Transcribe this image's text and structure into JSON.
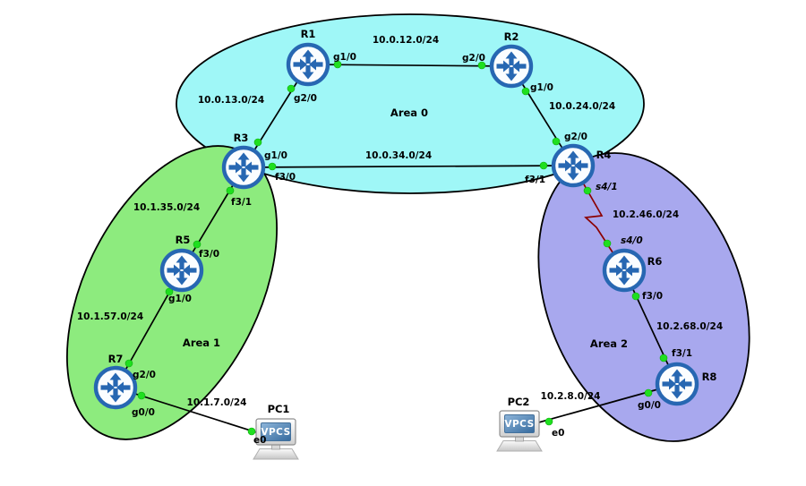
{
  "diagram": {
    "areas": [
      {
        "id": "area0",
        "label": "Area 0",
        "fill": "#9ff7f7"
      },
      {
        "id": "area1",
        "label": "Area 1",
        "fill": "#8deb7e"
      },
      {
        "id": "area2",
        "label": "Area 2",
        "fill": "#a8a8ee"
      }
    ],
    "routers": [
      {
        "name": "R1"
      },
      {
        "name": "R2"
      },
      {
        "name": "R3"
      },
      {
        "name": "R4"
      },
      {
        "name": "R5"
      },
      {
        "name": "R6"
      },
      {
        "name": "R7"
      },
      {
        "name": "R8"
      }
    ],
    "pcs": [
      {
        "name": "PC1",
        "screen": "VPCS"
      },
      {
        "name": "PC2",
        "screen": "VPCS"
      }
    ],
    "links": [
      {
        "a": "R1",
        "b": "R2",
        "a_iface": "g1/0",
        "b_iface": "g2/0",
        "network": "10.0.12.0/24",
        "type": "ethernet"
      },
      {
        "a": "R1",
        "b": "R3",
        "a_iface": "g2/0",
        "b_iface": "g1/0",
        "network": "10.0.13.0/24",
        "type": "ethernet"
      },
      {
        "a": "R3",
        "b": "R4",
        "a_iface": "f3/0",
        "b_iface": "f3/1",
        "network": "10.0.34.0/24",
        "type": "ethernet"
      },
      {
        "a": "R2",
        "b": "R4",
        "a_iface": "g1/0",
        "b_iface": "g2/0",
        "network": "10.0.24.0/24",
        "type": "ethernet"
      },
      {
        "a": "R3",
        "b": "R5",
        "a_iface": "f3/1",
        "b_iface": "f3/0",
        "network": "10.1.35.0/24",
        "type": "ethernet"
      },
      {
        "a": "R5",
        "b": "R7",
        "a_iface": "g1/0",
        "b_iface": "g2/0",
        "network": "10.1.57.0/24",
        "type": "ethernet"
      },
      {
        "a": "R7",
        "b": "PC1",
        "a_iface": "g0/0",
        "b_iface": "e0",
        "network": "10.1.7.0/24",
        "type": "ethernet"
      },
      {
        "a": "R4",
        "b": "R6",
        "a_iface": "s4/1",
        "b_iface": "s4/0",
        "network": "10.2.46.0/24",
        "type": "serial"
      },
      {
        "a": "R6",
        "b": "R8",
        "a_iface": "f3/0",
        "b_iface": "f3/1",
        "network": "10.2.68.0/24",
        "type": "ethernet"
      },
      {
        "a": "R8",
        "b": "PC2",
        "a_iface": "g0/0",
        "b_iface": "e0",
        "network": "10.2.8.0/24",
        "type": "ethernet"
      }
    ],
    "colors": {
      "ethernet_link": "#000000",
      "serial_link": "#8b0000",
      "port_up": "#1fdf1f",
      "router_icon": "#2767b2",
      "pc_screen": "#356a9e"
    }
  }
}
